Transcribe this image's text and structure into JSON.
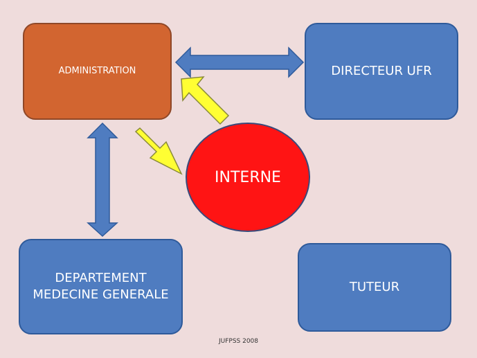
{
  "nodes": {
    "administration": {
      "label": "ADMINISTRATION"
    },
    "directeur": {
      "label": "DIRECTEUR UFR"
    },
    "interne": {
      "label": "INTERNE"
    },
    "departement": {
      "lines": [
        "DEPARTEMENT",
        "MEDECINE GENERALE"
      ]
    },
    "tuteur": {
      "label": "TUTEUR"
    }
  },
  "footer": "JUFPSS 2008",
  "colors": {
    "background": "#efdcdc",
    "administration": "#d26530",
    "blue_boxes": "#4f7cc0",
    "interne": "#ff1414",
    "yellow_arrows": "#ffff33",
    "blue_arrows": "#4f7cc0"
  }
}
